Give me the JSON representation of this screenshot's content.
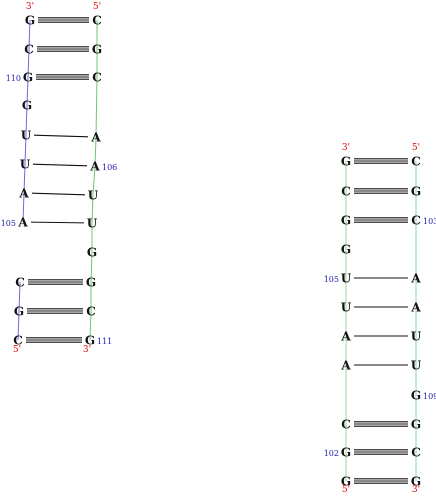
{
  "colors": {
    "base": "#111111",
    "pair": "#111111",
    "end_label": "#dd0000",
    "number_label": "#2020b0",
    "left_backbone_a": "#6a6ae0",
    "left_backbone_b": "#6cc86c",
    "right_backbone_a": "#9ad89a",
    "right_backbone_b": "#8ecbe6"
  },
  "diagrams": [
    {
      "id": "left",
      "strand_a": {
        "bases": [
          "G",
          "C",
          "G",
          "G",
          "U",
          "U",
          "A",
          "A"
        ],
        "end_label_top": "3'",
        "numbers": {
          "2": "110",
          "7": "105"
        }
      },
      "strand_b": {
        "bases": [
          "C",
          "G",
          "C",
          "A",
          "A",
          "U",
          "U",
          "G",
          "G",
          "C",
          "G"
        ],
        "end_label_top": "5'",
        "end_label_bottom": "3'",
        "numbers": {
          "4": "106",
          "10": "111"
        }
      },
      "strand_c": {
        "bases": [
          "C",
          "G",
          "C"
        ],
        "end_label_bottom": "5'"
      },
      "pairs": [
        {
          "a": "0",
          "b": "0",
          "type": "triple"
        },
        {
          "a": "1",
          "b": "1",
          "type": "triple"
        },
        {
          "a": "2",
          "b": "2",
          "type": "triple"
        },
        {
          "a": "4",
          "b": "3",
          "type": "single"
        },
        {
          "a": "5",
          "b": "4",
          "type": "single"
        },
        {
          "a": "6",
          "b": "5",
          "type": "single"
        },
        {
          "a": "7",
          "b": "6",
          "type": "single"
        },
        {
          "c": "0",
          "b": "8",
          "type": "triple"
        },
        {
          "c": "1",
          "b": "9",
          "type": "triple"
        },
        {
          "c": "2",
          "b": "10",
          "type": "triple"
        }
      ]
    },
    {
      "id": "right",
      "strand_a": {
        "bases": [
          "G",
          "C",
          "G",
          "G",
          "U",
          "U",
          "A",
          "A",
          "C",
          "G",
          "G"
        ],
        "end_label_top": "3'",
        "end_label_bottom": "5'",
        "numbers": {
          "4": "105",
          "9": "102"
        }
      },
      "strand_b": {
        "bases": [
          "C",
          "G",
          "C",
          "A",
          "A",
          "U",
          "U",
          "G",
          "G",
          "C",
          "G"
        ],
        "end_label_top": "5'",
        "end_label_bottom": "3'",
        "numbers": {
          "2": "103",
          "7": "109"
        }
      },
      "pairs": [
        {
          "a": "0",
          "b": "0",
          "type": "triple"
        },
        {
          "a": "1",
          "b": "1",
          "type": "triple"
        },
        {
          "a": "2",
          "b": "2",
          "type": "triple"
        },
        {
          "a": "4",
          "b": "3",
          "type": "single"
        },
        {
          "a": "5",
          "b": "4",
          "type": "single"
        },
        {
          "a": "6",
          "b": "5",
          "type": "single"
        },
        {
          "a": "7",
          "b": "6",
          "type": "single"
        },
        {
          "a": "8",
          "b": "8",
          "type": "triple"
        },
        {
          "a": "9",
          "b": "9",
          "type": "triple"
        },
        {
          "a": "10",
          "b": "10",
          "type": "triple"
        }
      ]
    }
  ]
}
